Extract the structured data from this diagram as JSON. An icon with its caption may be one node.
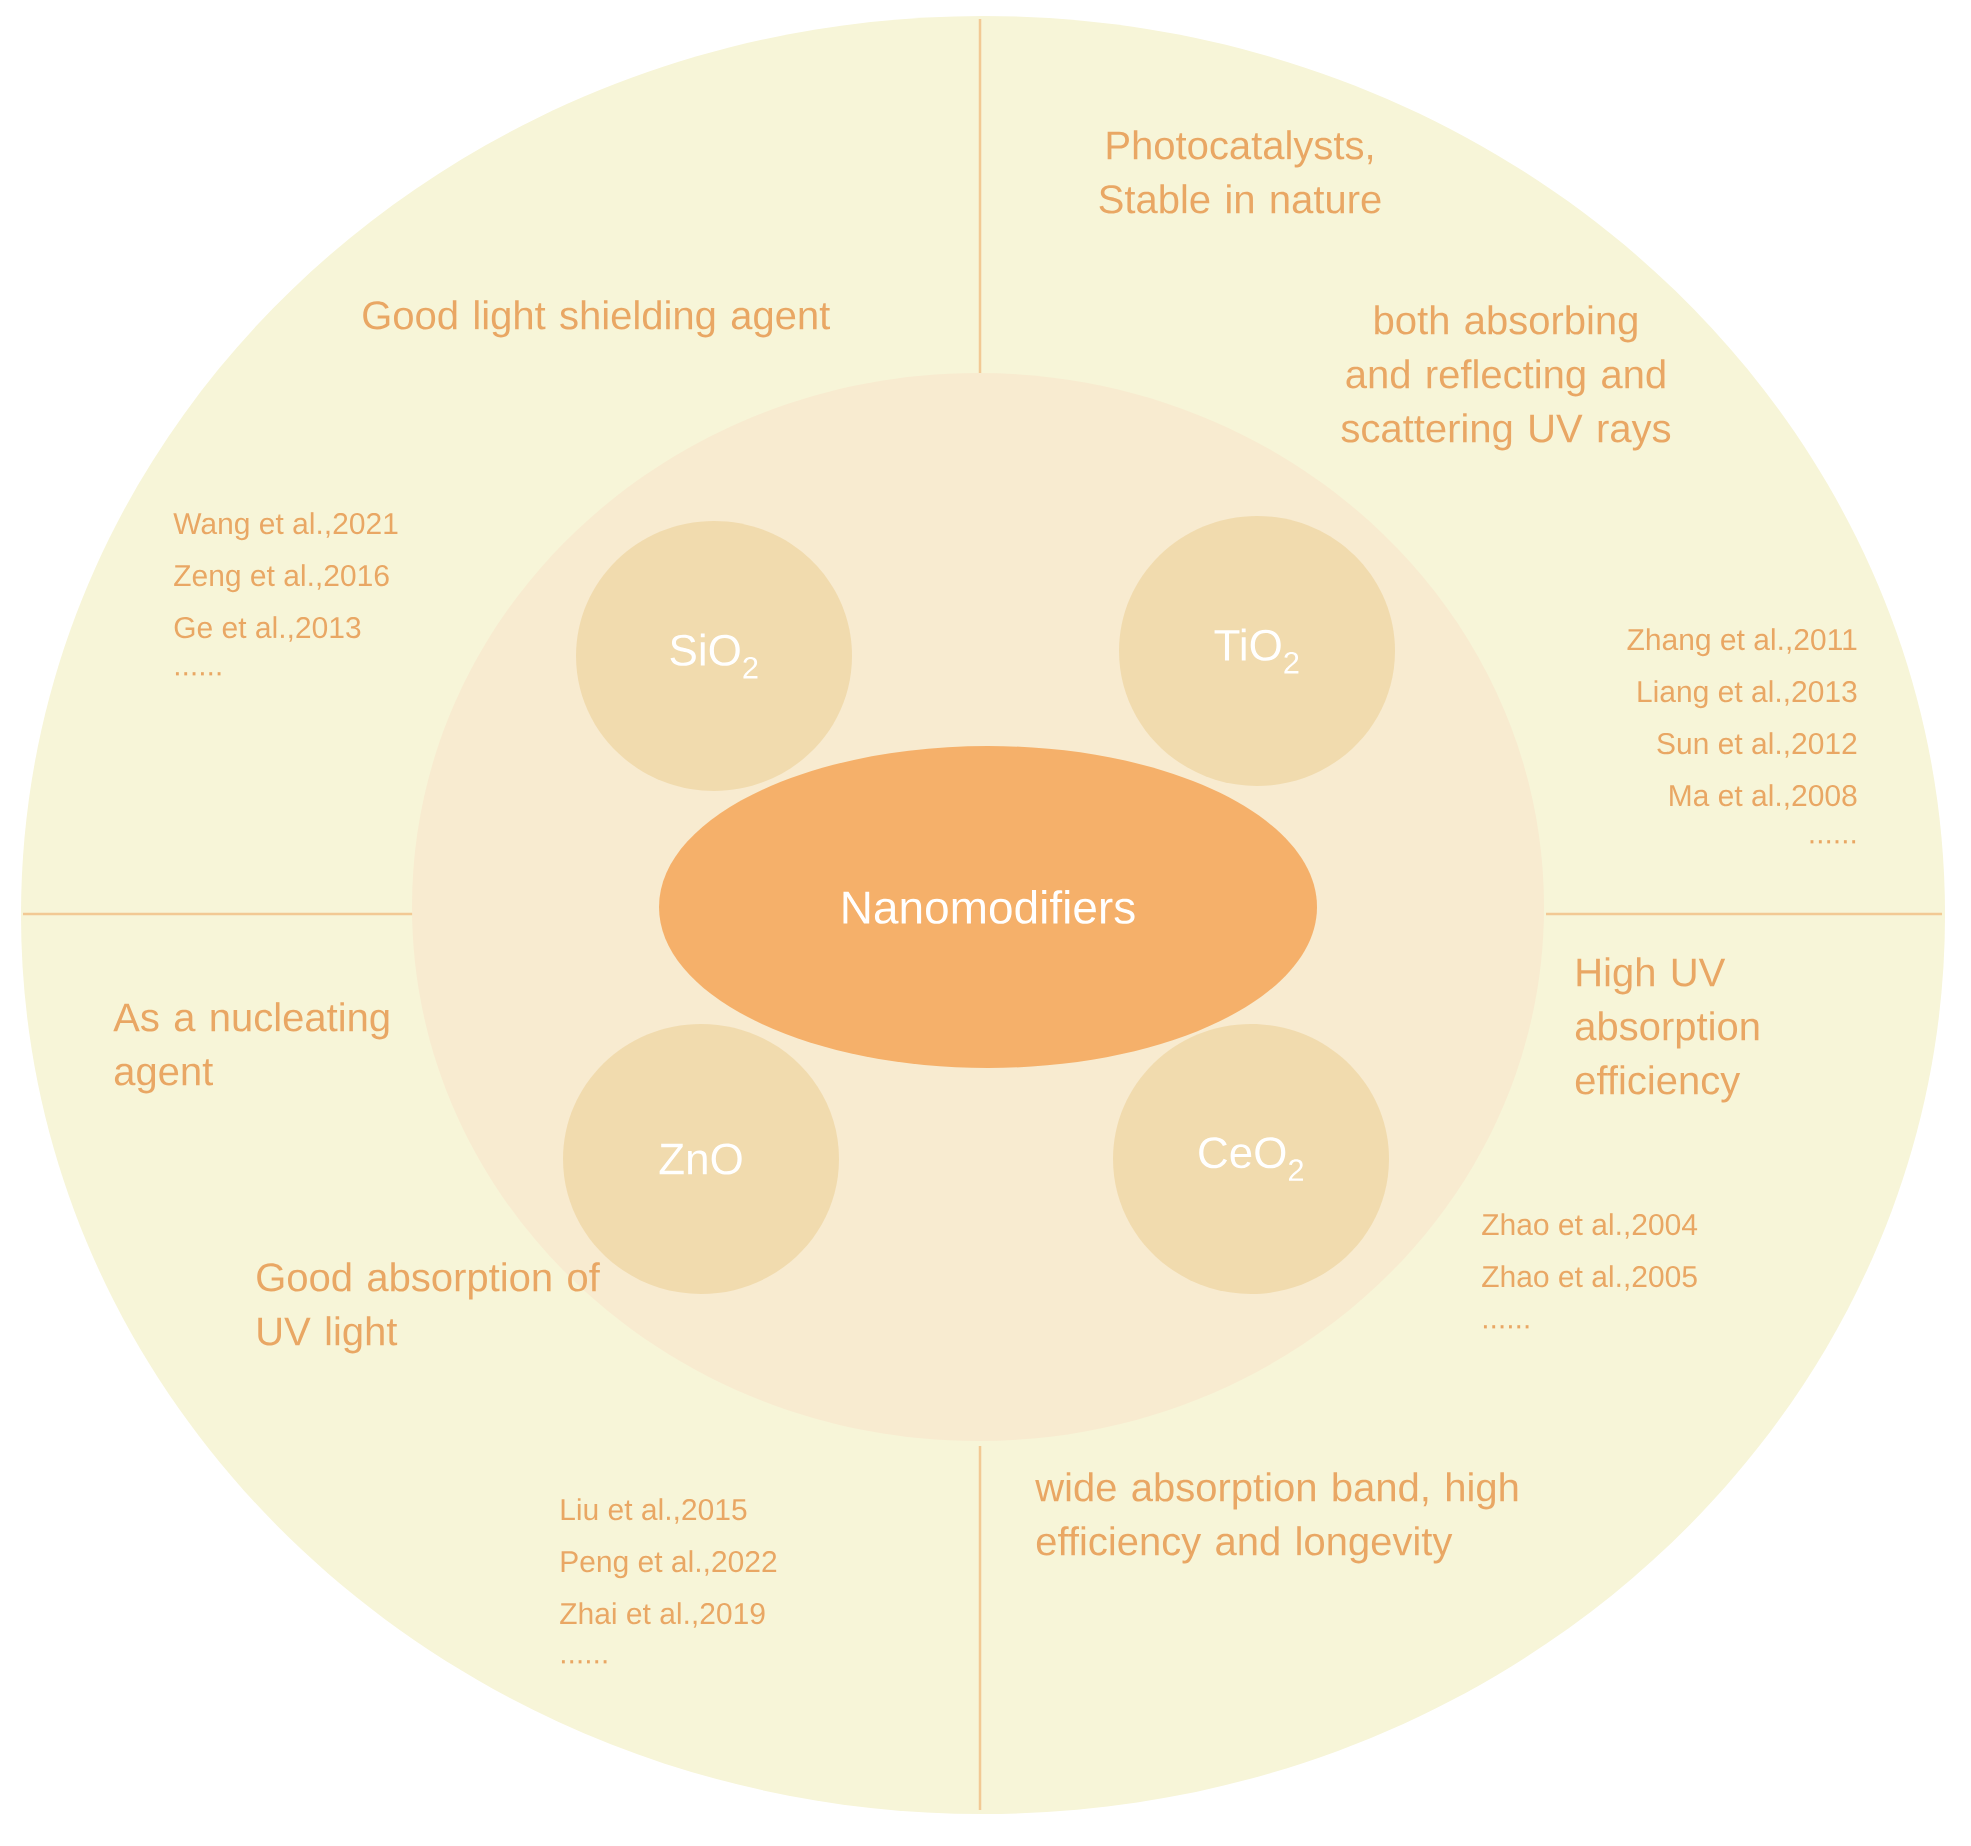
{
  "diagram": {
    "nodes": [
      {
        "text": [
          "Nanomodifiers"
        ]
      },
      {
        "text": [
          "SiO$_{2}$"
        ]
      },
      {
        "text": [
          "TiO$_{2}$"
        ]
      },
      {
        "text": [
          "ZnO"
        ]
      },
      {
        "text": [
          "CeO$_{2}$"
        ]
      }
    ],
    "edges": [],
    "labels": [
      "Good light shielding agent",
      "Wang et al.,2021",
      "Zeng et al.,2016",
      "Ge et al.,2013",
      "......",
      "Photocatalysts, Stable in nature",
      "both absorbing and reflecting and scattering UV rays",
      "Zhang et al.,2011",
      "Liang et al.,2013",
      "Sun et al.,2012",
      "Ma et al.,2008",
      "......",
      "As a nucleating agent",
      "Good absorption of UV light",
      "Liu et al.,2015",
      "Peng et al.,2022",
      "Zhai et al.,2019",
      "......",
      "High UV absorption efficiency",
      "Zhao et al.,2004",
      "Zhao et al.,2005",
      "......",
      "wide absorption band, high efficiency and longevity"
    ]
  }
}
